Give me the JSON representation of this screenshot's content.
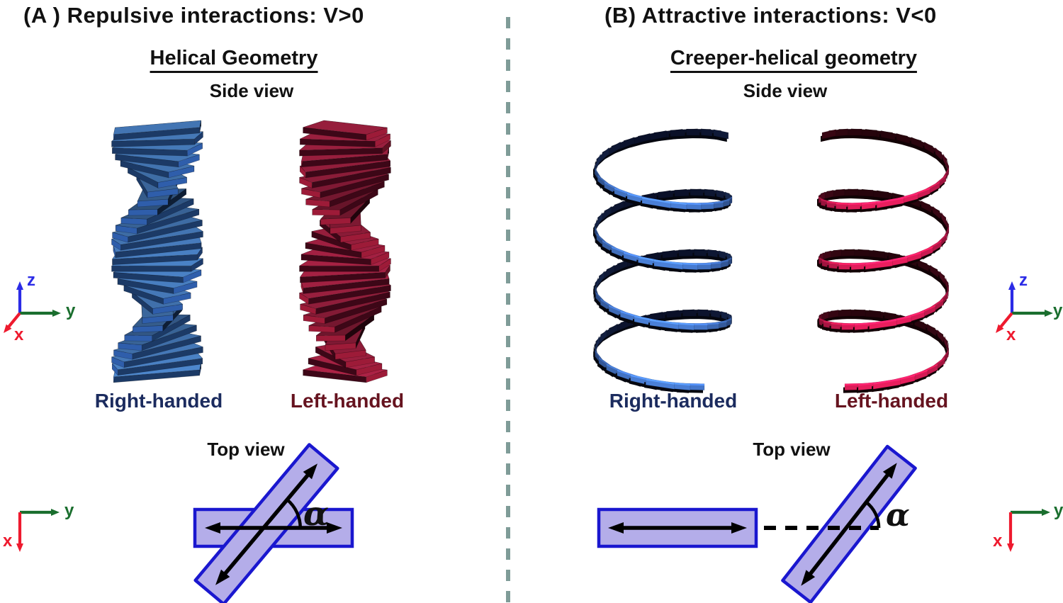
{
  "panel_a": {
    "title": "(A )  Repulsive interactions: V>0",
    "geometry_title": "Helical Geometry",
    "side_view_label": "Side view",
    "right_label": "Right-handed",
    "left_label": "Left-handed",
    "top_view_label": "Top view",
    "alpha_label": "α"
  },
  "panel_b": {
    "title": "(B)  Attractive interactions: V<0",
    "geometry_title": "Creeper-helical geometry",
    "side_view_label": "Side view",
    "right_label": "Right-handed",
    "left_label": "Left-handed",
    "top_view_label": "Top view",
    "alpha_label": "α"
  },
  "axes": {
    "x": "x",
    "y": "y",
    "z": "z"
  },
  "colors": {
    "ink": "#111111",
    "navy_label": "#1b2b5e",
    "maroon_label": "#66131f",
    "axis_x": "#ee1a2e",
    "axis_y": "#1a6e2e",
    "axis_z": "#2b2be6",
    "divider": "#7f9c98",
    "rect_fill": "#b4ade9",
    "rect_stroke": "#1a17cf",
    "arrow": "#000000",
    "stack_blue": {
      "top": "#4f8ad2",
      "front": "#132846",
      "cap": "#2a5499"
    },
    "stack_red": {
      "top": "#b02347",
      "front": "#2a0510",
      "cap": "#8c1832"
    },
    "spring_blue": {
      "bright": "#4a80d8",
      "dark": "#0a1028",
      "shadow": "#05070f"
    },
    "spring_red": {
      "bright": "#ea1e5e",
      "dark": "#26040c",
      "shadow": "#120205"
    }
  }
}
